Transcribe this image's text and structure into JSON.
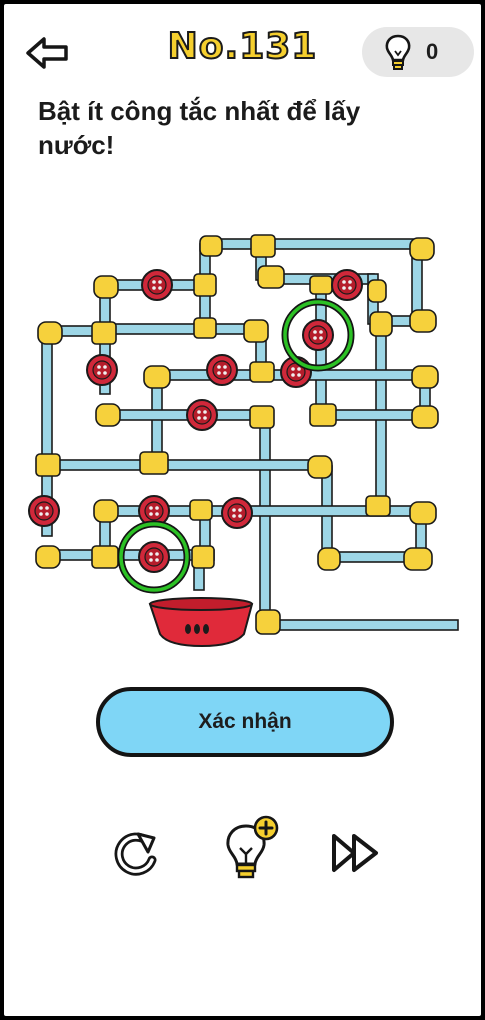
{
  "header": {
    "level": "No.131",
    "hint_count": "0"
  },
  "instruction": "Bật ít công tắc nhất để lấy nước!",
  "confirm_label": "Xác nhận",
  "icons": [
    "back-arrow-icon",
    "lightbulb-icon",
    "restart-icon",
    "add-hint-icon",
    "skip-icon"
  ],
  "colors": {
    "pipe": "#9dd6e6",
    "joint": "#f6d13c",
    "valve": "#d0283a",
    "highlight": "#2cc125",
    "basin": "#e02a3a",
    "button": "#7fd6f6",
    "title": "#f5cf2e"
  },
  "valves": [
    {
      "id": 1,
      "selected": false
    },
    {
      "id": 2,
      "selected": false
    },
    {
      "id": 3,
      "selected": true
    },
    {
      "id": 4,
      "selected": false
    },
    {
      "id": 5,
      "selected": false
    },
    {
      "id": 6,
      "selected": false
    },
    {
      "id": 7,
      "selected": false
    },
    {
      "id": 8,
      "selected": false
    },
    {
      "id": 9,
      "selected": false
    },
    {
      "id": 10,
      "selected": false
    },
    {
      "id": 11,
      "selected": true
    },
    {
      "id": 12,
      "selected": false
    }
  ]
}
